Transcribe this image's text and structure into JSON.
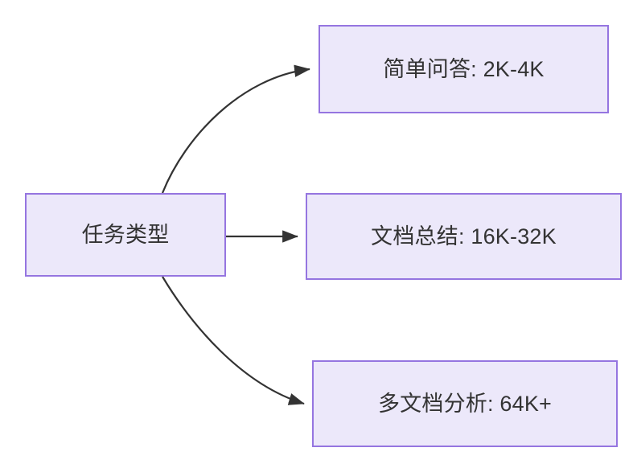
{
  "diagram": {
    "type": "flowchart",
    "direction": "left-to-right",
    "background_color": "#FFFFFF",
    "node_fill_color": "#ECE8FA",
    "node_border_color": "#9575E0",
    "node_text_color": "#333333",
    "edge_color": "#333333",
    "nodes": [
      {
        "id": "root",
        "label": "任务类型"
      },
      {
        "id": "simple-qa",
        "label": "简单问答: 2K-4K"
      },
      {
        "id": "doc-summary",
        "label": "文档总结: 16K-32K"
      },
      {
        "id": "multi-doc",
        "label": "多文档分析: 64K+"
      }
    ],
    "edges": [
      {
        "id": "edge-root-to-simple-qa",
        "from": "root",
        "to": "simple-qa",
        "label": "",
        "style": "curved-arrow"
      },
      {
        "id": "edge-root-to-doc-summary",
        "from": "root",
        "to": "doc-summary",
        "label": "",
        "style": "straight-arrow"
      },
      {
        "id": "edge-root-to-multi-doc",
        "from": "root",
        "to": "multi-doc",
        "label": "",
        "style": "curved-arrow"
      }
    ]
  }
}
